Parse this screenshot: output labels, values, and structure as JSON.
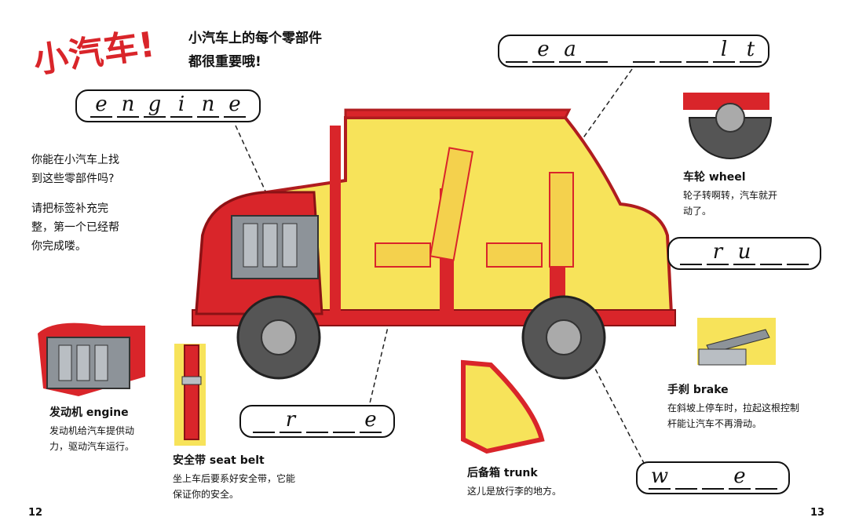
{
  "page": {
    "title": "小汽车!",
    "subtitle_lines": [
      "小汽车上的每个零部件",
      "都很重要哦!"
    ],
    "intro_lines": [
      "你能在小汽车上找",
      "到这些零部件吗?",
      "请把标签补充完",
      "整，第一个已经帮",
      "你完成喽。"
    ],
    "page_left": "12",
    "page_right": "13"
  },
  "labels": {
    "engine": [
      "e",
      "n",
      "g",
      "i",
      "n",
      "e"
    ],
    "seatbelt": [
      "",
      "e",
      "a",
      "",
      "",
      "",
      "",
      "l",
      "t"
    ],
    "trunk": [
      "",
      "r",
      "u",
      "",
      ""
    ],
    "brake": [
      "",
      "r",
      "",
      "",
      "e"
    ],
    "wheel": [
      "w",
      "",
      "",
      "e",
      ""
    ]
  },
  "captions": {
    "engine": {
      "title": "发动机 engine",
      "desc": [
        "发动机给汽车提供动",
        "力，驱动汽车运行。"
      ]
    },
    "seatbelt": {
      "title": "安全带 seat belt",
      "desc": [
        "坐上车后要系好安全带，它能",
        "保证你的安全。"
      ]
    },
    "trunk": {
      "title": "后备箱 trunk",
      "desc": [
        "这儿是放行李的地方。"
      ]
    },
    "brake": {
      "title": "手刹 brake",
      "desc": [
        "在斜坡上停车时，拉起这根控制",
        "杆能让汽车不再滑动。"
      ]
    },
    "wheel": {
      "title": "车轮 wheel",
      "desc": [
        "轮子转啊转，汽车就开",
        "动了。"
      ]
    }
  },
  "colors": {
    "red": "#d9252a",
    "yellow": "#f7e35a",
    "grey": "#8d9399"
  }
}
